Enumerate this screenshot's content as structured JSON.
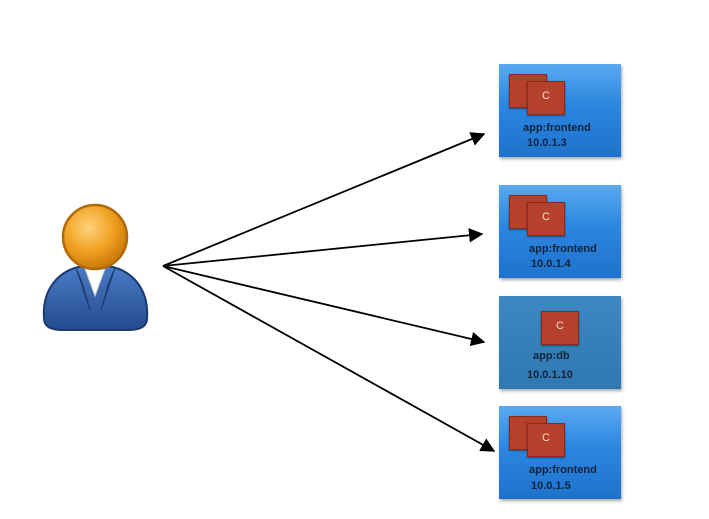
{
  "diagram": {
    "user": {
      "icon": "user-icon"
    },
    "pods": [
      {
        "app_label": "app:frontend",
        "ip": "10.0.1.3",
        "container_glyph": "C"
      },
      {
        "app_label": "app:frontend",
        "ip": "10.0.1.4",
        "container_glyph": "C"
      },
      {
        "app_label": "app:db",
        "ip": "10.0.1.10",
        "container_glyph": "C"
      },
      {
        "app_label": "app:frontend",
        "ip": "10.0.1.5",
        "container_glyph": "C"
      }
    ],
    "colors": {
      "pod_frontend": "#2b86df",
      "pod_db": "#2f78b2",
      "container": "#b5402b",
      "user_head": "#f0a020",
      "user_body": "#2f5da8",
      "arrow": "#000000"
    }
  }
}
